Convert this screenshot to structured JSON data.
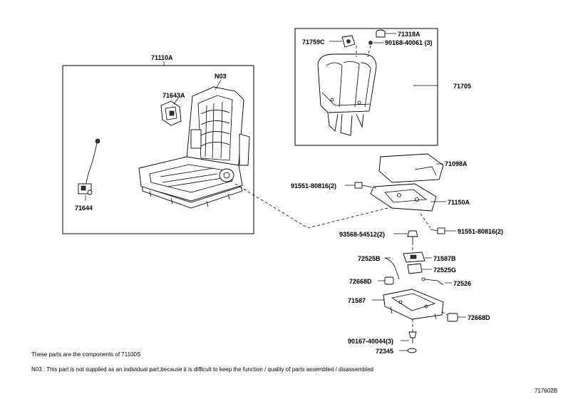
{
  "parts": {
    "p71110A": "71110A",
    "pN03": "N03",
    "p71643A": "71643A",
    "p71644": "71644",
    "p71318A": "71318A",
    "p71759C": "71759C",
    "p90168": "90168-40061 (3)",
    "p71705": "71705",
    "p71098A": "71098A",
    "p91551a": "91551-80816(2)",
    "p71150A": "71150A",
    "p93568": "93568-54512(2)",
    "p91551b": "91551-80816(2)",
    "p72525B": "72525B",
    "p71587B": "71587B",
    "p72525G": "72525G",
    "p72668Da": "72668D",
    "p72526": "72526",
    "p71587": "71587",
    "p72668Db": "72668D",
    "p90167": "90167-40044(3)",
    "p72345": "72345"
  },
  "notes": {
    "components": "These parts are the components of 71100S",
    "n03": "N03 : This part is not supplied as an individual part,because it is difficult to keep the function / quality of parts assembled / disassembled"
  },
  "diagram_id": "717602B"
}
